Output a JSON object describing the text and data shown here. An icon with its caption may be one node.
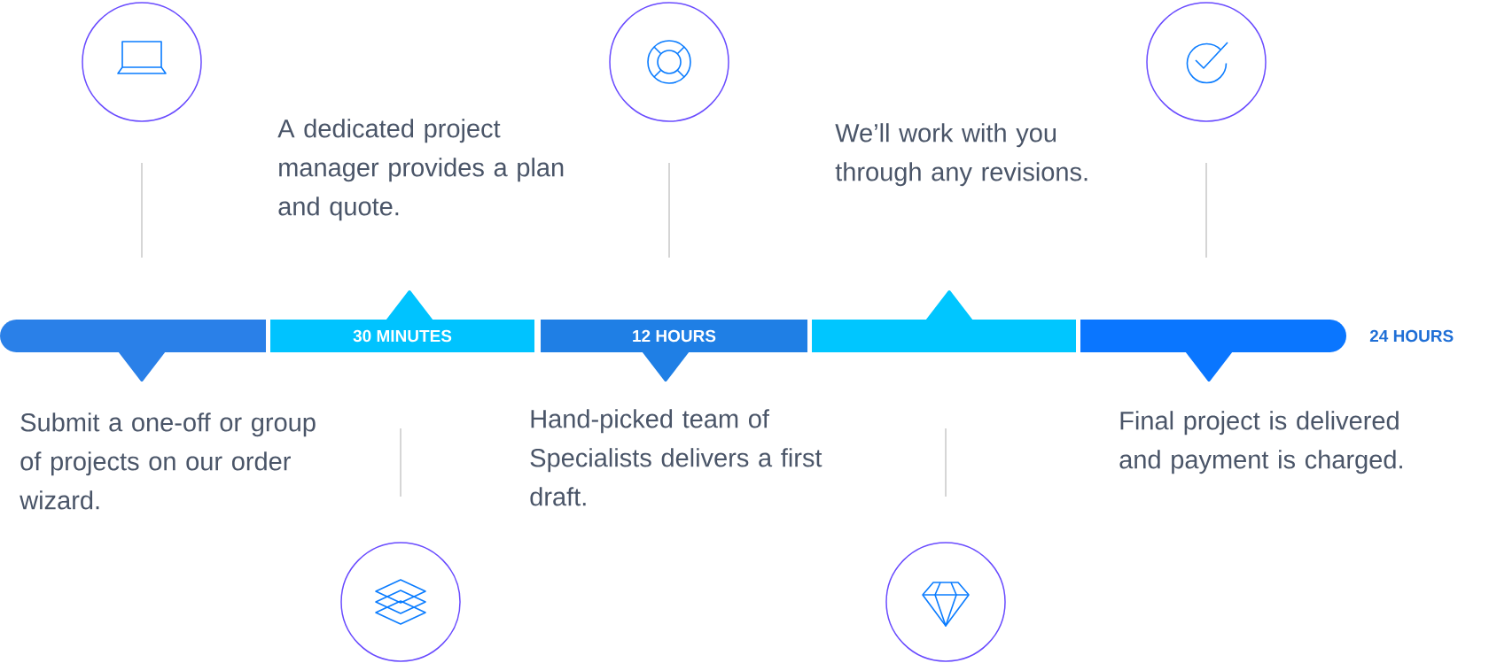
{
  "diagram": {
    "nodes": [
      {
        "text": [],
        "shape": "bar"
      },
      {
        "text": [
          "30 MINUTES"
        ]
      },
      {
        "text": [
          "12 HOURS"
        ]
      },
      {
        "text": [],
        "shape": "bar"
      },
      {
        "text": [],
        "shape": "bar",
        "beside": [
          "24 HOURS"
        ]
      }
    ],
    "labels": [
      "Submit a one-off or group of projects on our order wizard.",
      "A dedicated project manager provides a plan and quote.",
      "Hand-picked team of Specialists delivers a first draft.",
      "We’ll work with you through any revisions.",
      "Final project is delivered and payment is charged."
    ]
  }
}
